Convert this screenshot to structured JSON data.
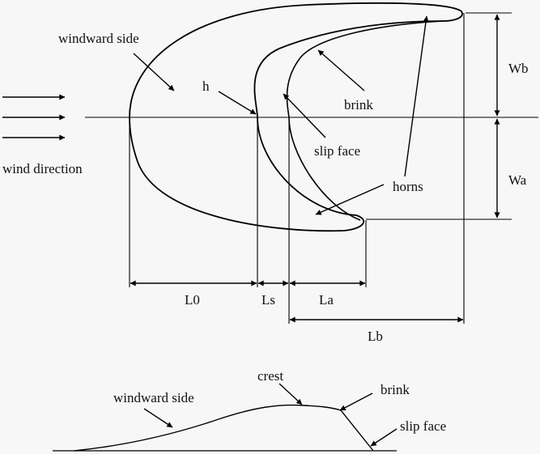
{
  "labels": {
    "windward_side_top": "windward side",
    "h": "h",
    "brink_top": "brink",
    "slip_face_top": "slip face",
    "horns": "horns",
    "wind_direction": "wind direction",
    "wb": "Wb",
    "wa": "Wa",
    "l0": "L0",
    "ls": "Ls",
    "la": "La",
    "lb": "Lb",
    "crest": "crest",
    "windward_side_profile": "windward side",
    "brink_profile": "brink",
    "slip_face_profile": "slip face"
  }
}
